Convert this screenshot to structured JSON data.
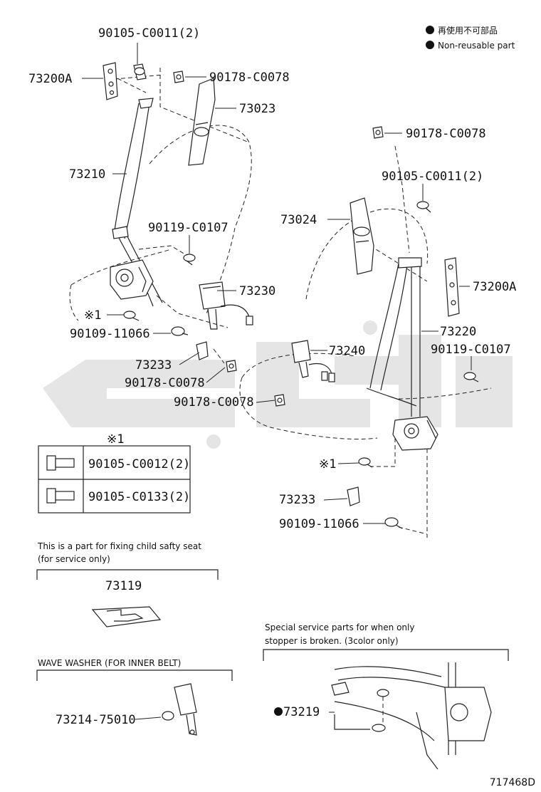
{
  "legend": {
    "jp": "再使用不可部品",
    "en": "Non-reusable part"
  },
  "labels": {
    "p90105_c0011_top": "90105-C0011(2)",
    "p73200a_left": "73200A",
    "p90178_c0078_top": "90178-C0078",
    "p73023": "73023",
    "p73210": "73210",
    "p90119_c0107_left": "90119-C0107",
    "p73230": "73230",
    "p_note_mark_left": "※1",
    "p90109_11066_left": "90109-11066",
    "p73233_left": "73233",
    "p90178_c0078_mid": "90178-C0078",
    "p90178_c0078_right_top": "90178-C0078",
    "p90105_c0011_right": "90105-C0011(2)",
    "p73024": "73024",
    "p73200a_right": "73200A",
    "p73220": "73220",
    "p90119_c0107_right": "90119-C0107",
    "p73240": "73240",
    "p90178_c0078_low": "90178-C0078",
    "p_note_mark_right": "※1",
    "p73233_right": "73233",
    "p90109_11066_right": "90109-11066",
    "p73119": "73119",
    "p73214_75010": "73214-75010",
    "p73219": "73219"
  },
  "note_table": {
    "mark": "※1",
    "rows": [
      "90105-C0012(2)",
      "90105-C0133(2)"
    ]
  },
  "notes": {
    "child_seat_line1": "This is a part for fixing child safty seat",
    "child_seat_line2": "(for service only)",
    "wave_washer": "WAVE WASHER (FOR INNER BELT)",
    "special_line1": "Special service parts for when only",
    "special_line2": "stopper is broken. (3color only)"
  },
  "diagram_id": "717468D",
  "icons": [
    "non-reusable-dot-icon",
    "bolt-icon",
    "nut-icon",
    "watermark-logo"
  ]
}
